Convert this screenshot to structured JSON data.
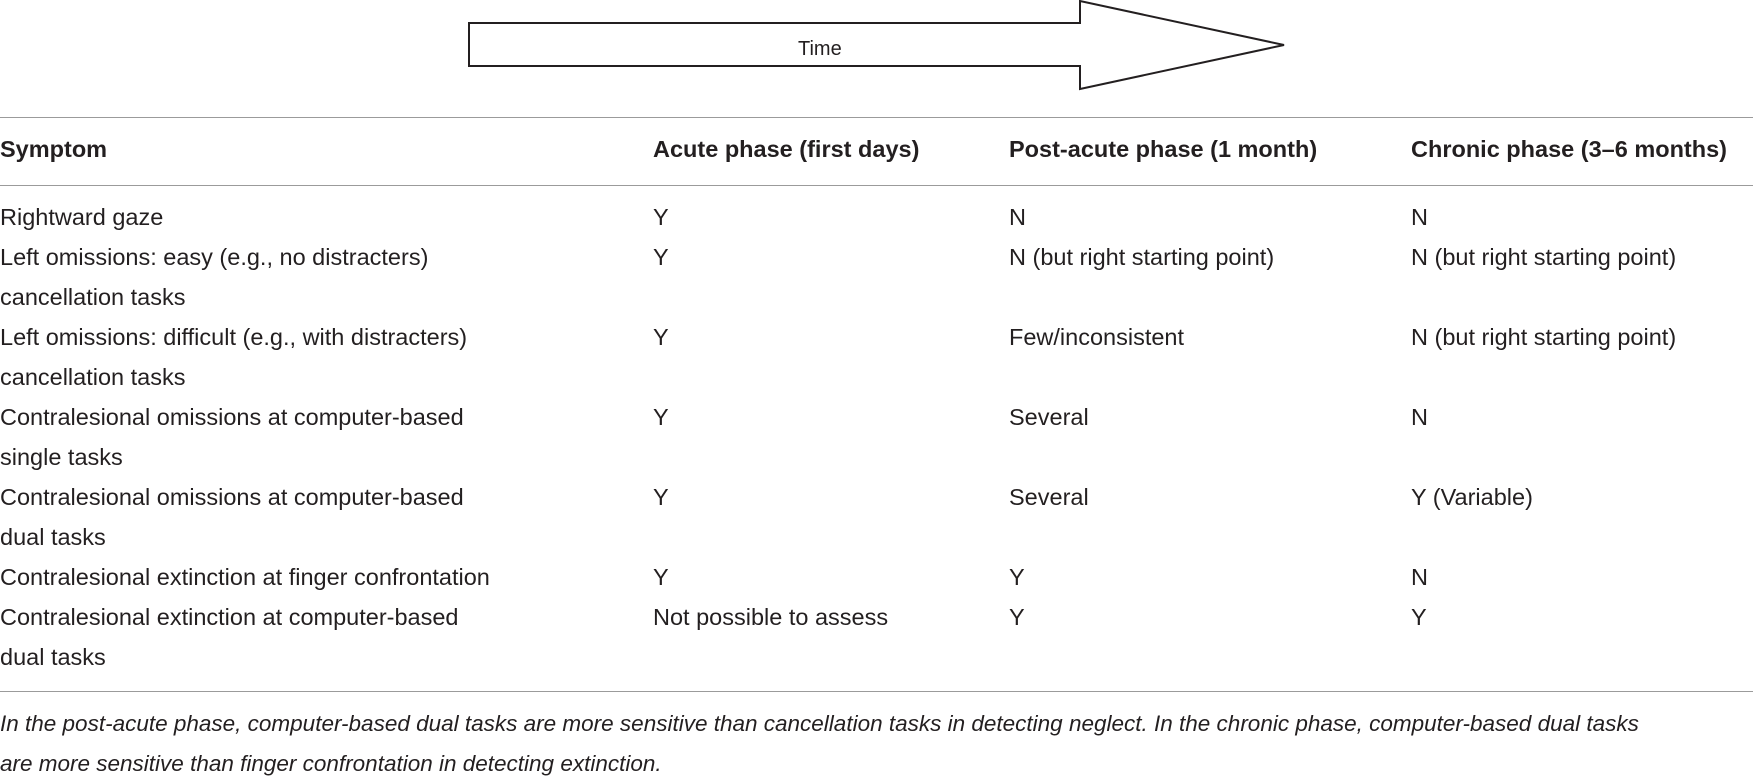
{
  "arrow": {
    "label": "Time"
  },
  "table": {
    "headers": [
      "Symptom",
      "Acute phase (first days)",
      "Post-acute phase (1 month)",
      "Chronic phase (3–6 months)"
    ],
    "rows": [
      {
        "symptom": [
          "Rightward gaze"
        ],
        "acute": "Y",
        "post_acute": "N",
        "chronic": "N"
      },
      {
        "symptom": [
          "Left omissions: easy (e.g., no distracters)",
          "cancellation tasks"
        ],
        "acute": "Y",
        "post_acute": "N (but right starting point)",
        "chronic": "N (but right starting point)"
      },
      {
        "symptom": [
          "Left omissions: difficult (e.g., with distracters)",
          "cancellation tasks"
        ],
        "acute": "Y",
        "post_acute": "Few/inconsistent",
        "chronic": "N (but right starting point)"
      },
      {
        "symptom": [
          "Contralesional omissions at computer-based",
          "single tasks"
        ],
        "acute": "Y",
        "post_acute": "Several",
        "chronic": "N"
      },
      {
        "symptom": [
          "Contralesional omissions at computer-based",
          "dual tasks"
        ],
        "acute": "Y",
        "post_acute": "Several",
        "chronic": "Y (Variable)"
      },
      {
        "symptom": [
          "Contralesional extinction at finger confrontation"
        ],
        "acute": "Y",
        "post_acute": "Y",
        "chronic": "N"
      },
      {
        "symptom": [
          "Contralesional extinction at computer-based",
          "dual tasks"
        ],
        "acute": "Not possible to assess",
        "post_acute": "Y",
        "chronic": "Y"
      }
    ]
  },
  "footnote": {
    "line1": "In the post-acute phase, computer-based dual tasks are more sensitive than cancellation tasks in detecting neglect. In the chronic phase, computer-based dual tasks",
    "line2": "are more sensitive than finger confrontation in detecting extinction."
  }
}
